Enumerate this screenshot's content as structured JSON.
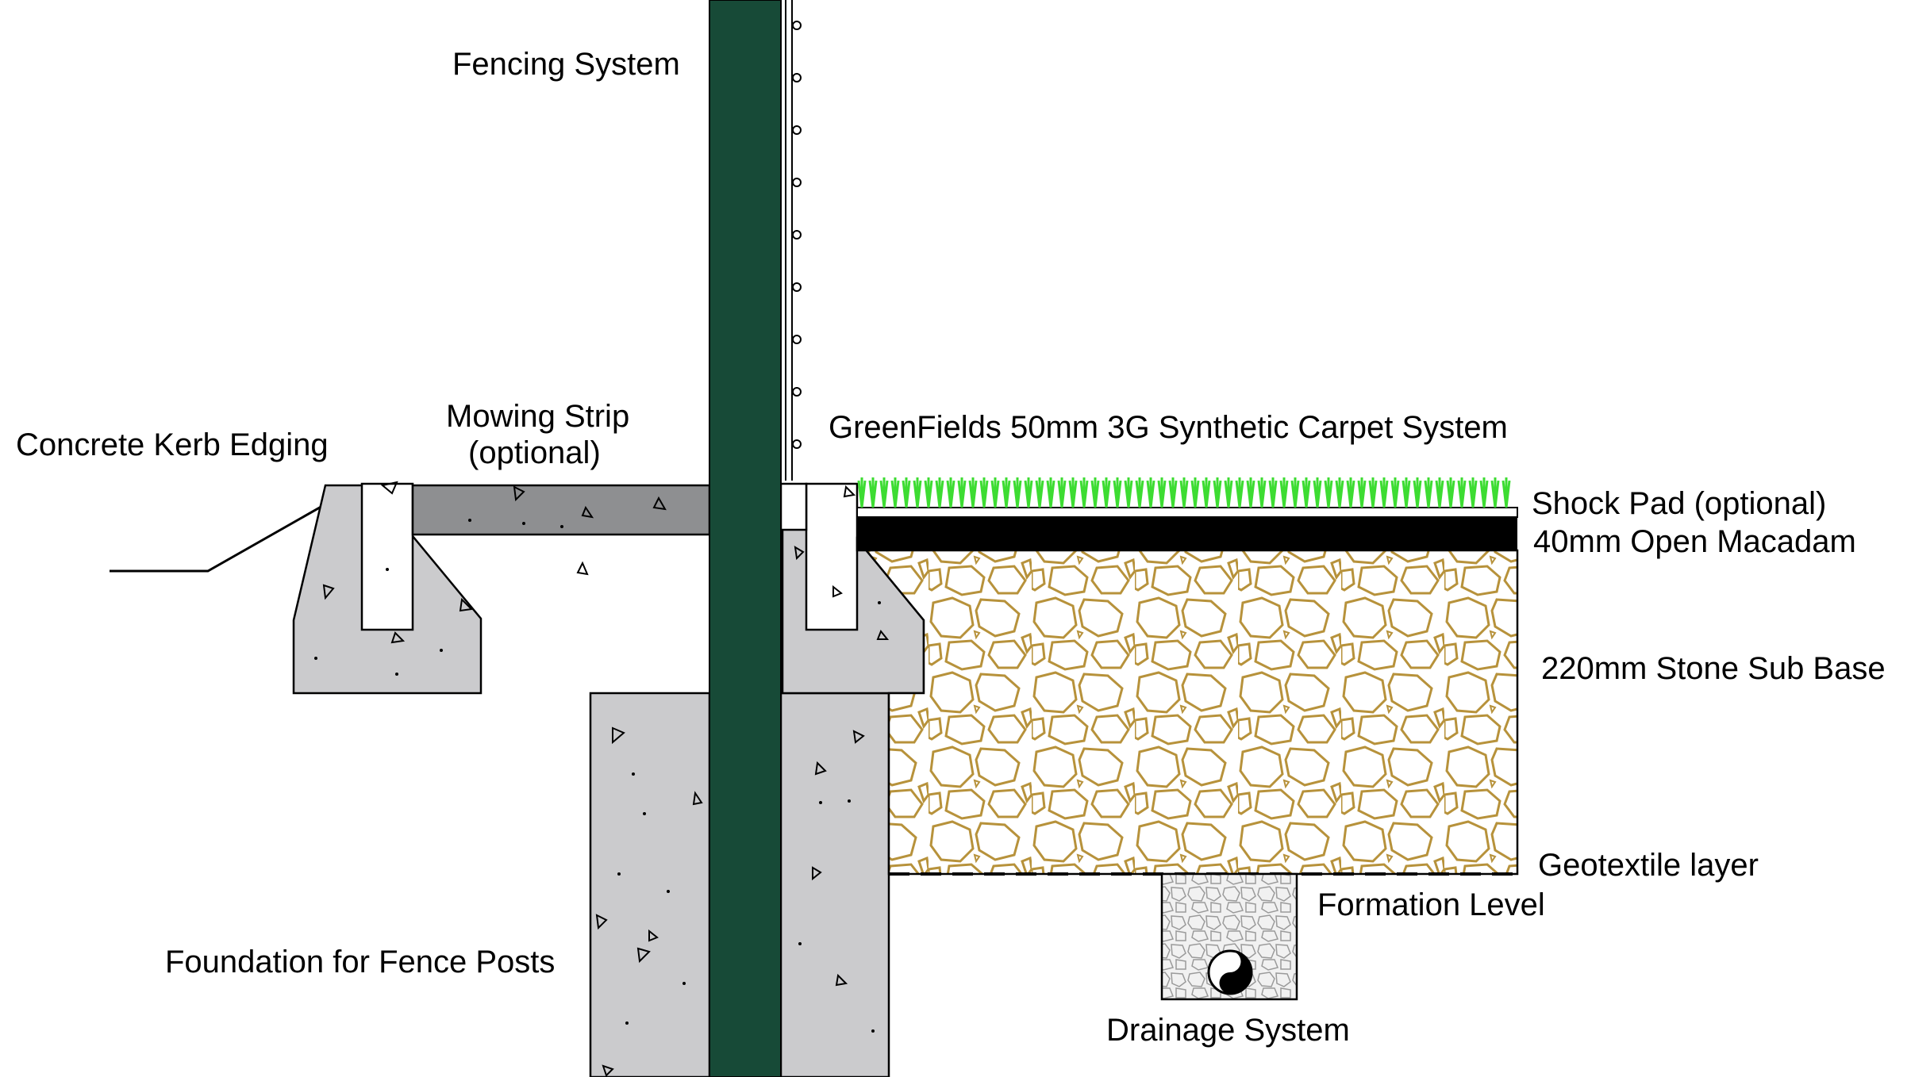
{
  "labels": {
    "fencing_system": "Fencing System",
    "concrete_kerb_edging": "Concrete Kerb Edging",
    "mowing_strip_line1": "Mowing Strip",
    "mowing_strip_line2": "(optional)",
    "carpet_system": "GreenFields 50mm 3G Synthetic Carpet System",
    "shock_pad": "Shock Pad (optional)",
    "open_macadam": "40mm Open Macadam",
    "stone_sub_base": "220mm Stone Sub Base",
    "geotextile_layer": "Geotextile layer",
    "formation_level": "Formation Level",
    "foundation_fence_posts": "Foundation for Fence Posts",
    "drainage_system": "Drainage System"
  },
  "colors": {
    "fence_post": "#174a37",
    "concrete": "#cbcbcd",
    "mowing_strip": "#8e8f91",
    "macadam": "#000000",
    "stone": "#b7923b",
    "turf": "#3ddc32",
    "drain_fill": "#f1f1f1"
  }
}
